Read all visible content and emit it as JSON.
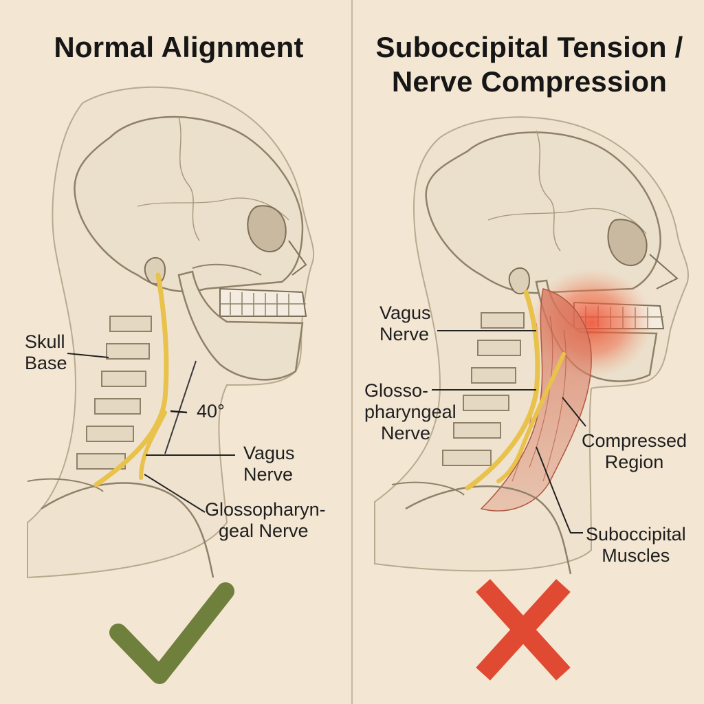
{
  "panels": [
    {
      "title": "Normal Alignment",
      "verdict_icon": "check-icon",
      "verdict_color": "#6f7f3c",
      "labels": {
        "skull_base": [
          "Skull",
          "Base"
        ],
        "angle": "40°",
        "vagus": [
          "Vagus",
          "Nerve"
        ],
        "glossopharyngeal": [
          "Glossopharyn-",
          "geal Nerve"
        ]
      }
    },
    {
      "title_lines": [
        "Suboccipital Tension /",
        "Nerve Compression"
      ],
      "verdict_icon": "cross-icon",
      "verdict_color": "#e04a33",
      "labels": {
        "vagus": [
          "Vagus",
          "Nerve"
        ],
        "glossopharyngeal": [
          "Glosso-",
          "pharyngeal",
          "Nerve"
        ],
        "compressed": [
          "Compressed",
          "Region"
        ],
        "suboccipital": [
          "Suboccipital",
          "Muscles"
        ]
      }
    }
  ],
  "colors": {
    "background": "#f3e6d3",
    "bone": "#ebe0cc",
    "nerve": "#e8c24a",
    "inflammation": "#ec5a3a"
  }
}
